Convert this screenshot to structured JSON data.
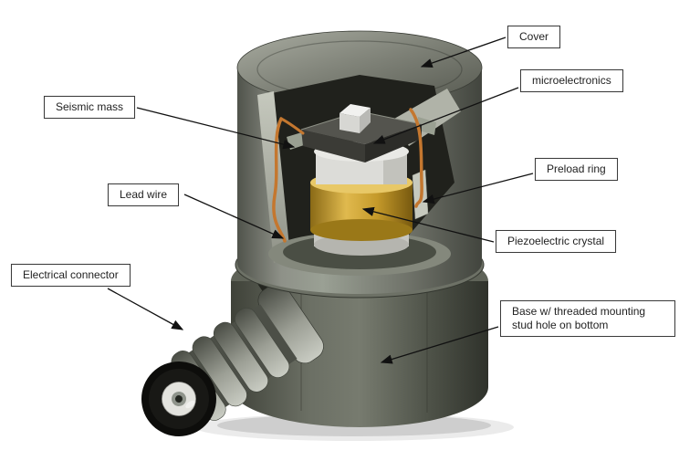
{
  "figure": {
    "type": "cutaway-diagram",
    "labels": {
      "cover": "Cover",
      "microelectronics": "microelectronics",
      "seismic_mass": "Seismic mass",
      "preload_ring": "Preload ring",
      "lead_wire": "Lead wire",
      "piezoelectric_crystal": "Piezoelectric crystal",
      "electrical_connector": "Electrical connector",
      "base": "Base w/ threaded mounting stud hole on bottom"
    },
    "colors": {
      "background": "#ffffff",
      "body_metal": "#6f7268",
      "crystal_gold": "#c59a2a",
      "lead_wire_orange": "#c4772f",
      "label_border": "#3b3b3b",
      "label_text": "#222222",
      "arrow": "#111111"
    }
  }
}
